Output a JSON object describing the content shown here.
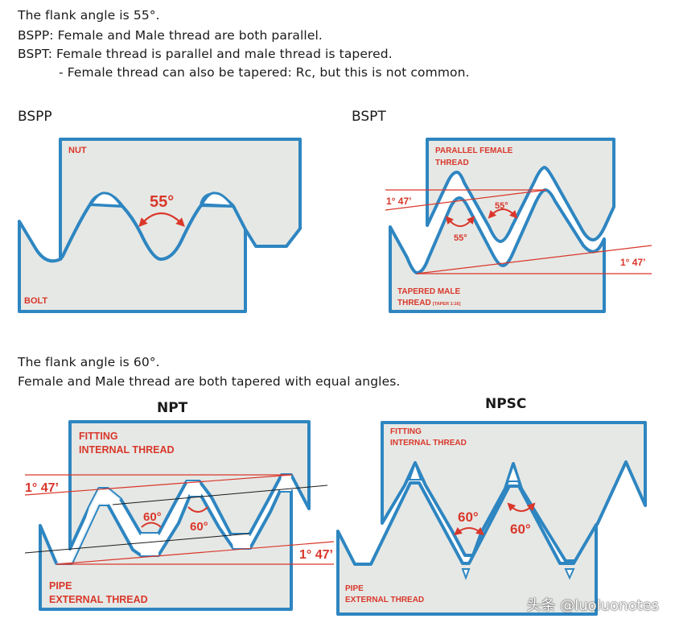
{
  "intro": {
    "line1": "The flank angle is 55°.",
    "line2": "BSPP: Female and Male thread are both parallel.",
    "line3": "BSPT: Female thread is parallel and male thread is tapered.",
    "line4": "- Female thread can also be tapered: Rc, but this is not common."
  },
  "bspp": {
    "title": "BSPP",
    "nut_label": "NUT",
    "bolt_label": "BOLT",
    "angle": "55°"
  },
  "bspt": {
    "title": "BSPT",
    "female_label_1": "PARALLEL FEMALE",
    "female_label_2": "THREAD",
    "male_label_1": "TAPERED MALE",
    "male_label_2": "THREAD",
    "taper_note": "[TAPER 1:16]",
    "angle_1": "55°",
    "angle_2": "55°",
    "taper_angle_left": "1° 47’",
    "taper_angle_right": "1° 47’"
  },
  "section2": {
    "line1": "The flank angle is 60°.",
    "line2": "Female and Male thread are both tapered with equal angles."
  },
  "npt": {
    "title": "NPT",
    "fitting_label_1": "FITTING",
    "fitting_label_2": "INTERNAL THREAD",
    "pipe_label_1": "PIPE",
    "pipe_label_2": "EXTERNAL THREAD",
    "angle_1": "60°",
    "angle_2": "60°",
    "taper_angle_left": "1° 47’",
    "taper_angle_right": "1° 47’"
  },
  "npsc": {
    "title": "NPSC",
    "fitting_label_1": "FITTING",
    "fitting_label_2": "INTERNAL THREAD",
    "pipe_label_1": "PIPE",
    "pipe_label_2": "EXTERNAL THREAD",
    "angle_1": "60°",
    "angle_2": "60°"
  },
  "watermark": "头条 @luoluonotes",
  "colors": {
    "outline_blue": "#2e86c1",
    "fill_grey": "#e6e8e5",
    "label_red": "#d9372b"
  }
}
